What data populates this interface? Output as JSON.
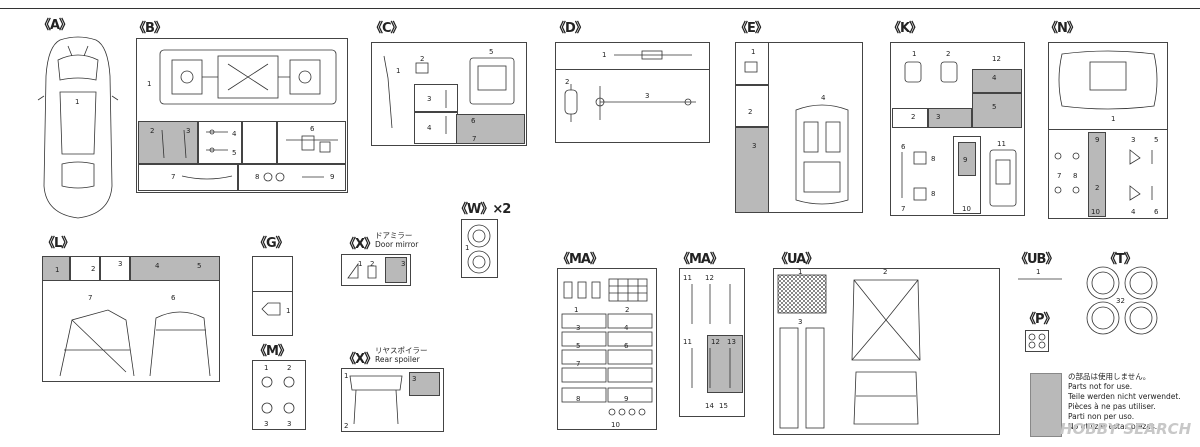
{
  "labels": {
    "A": "《A》",
    "B": "《B》",
    "C": "《C》",
    "D": "《D》",
    "E": "《E》",
    "K": "《K》",
    "N": "《N》",
    "L": "《L》",
    "G": "《G》",
    "X1": "《X》",
    "W": "《W》×2",
    "M": "《M》",
    "X2": "《X》",
    "MA1": "《MA》",
    "MA2": "《MA》",
    "UA": "《UA》",
    "UB": "《UB》",
    "T": "《T》",
    "P": "《P》"
  },
  "subtitles": {
    "door_mirror_jp": "ドアミラー",
    "door_mirror_en": "Door mirror",
    "rear_spoiler_jp": "リヤスポイラー",
    "rear_spoiler_en": "Rear spoiler"
  },
  "legend": {
    "lines": [
      "の部品は使用しません。",
      "Parts not for use.",
      "Teile werden nicht verwendet.",
      "Pièces à ne pas utiliser.",
      "Parti non per uso.",
      "No utilizar estas piezas."
    ]
  },
  "watermark": "HOBBY SEARCH",
  "parts": {
    "A": [
      "1"
    ],
    "B": [
      "1",
      "2",
      "3",
      "4",
      "5",
      "6",
      "7",
      "8",
      "9"
    ],
    "C": [
      "1",
      "2",
      "3",
      "4",
      "5",
      "6",
      "7"
    ],
    "D": [
      "1",
      "2",
      "3"
    ],
    "E": [
      "1",
      "2",
      "3",
      "4"
    ],
    "K": [
      "1",
      "2",
      "3",
      "4",
      "5",
      "6",
      "7",
      "8",
      "9",
      "10",
      "11",
      "12"
    ],
    "N": [
      "1",
      "2",
      "3",
      "4",
      "5",
      "6",
      "7",
      "8",
      "9",
      "10"
    ],
    "L": [
      "1",
      "2",
      "3",
      "4",
      "5",
      "6",
      "7"
    ],
    "G": [
      "1"
    ],
    "X1": [
      "1",
      "2",
      "3"
    ],
    "W": [
      "1"
    ],
    "M": [
      "1",
      "2",
      "3",
      "3"
    ],
    "X2": [
      "1",
      "2",
      "3"
    ],
    "MA1": [
      "1",
      "2",
      "3",
      "4",
      "5",
      "6",
      "7",
      "8",
      "9",
      "10"
    ],
    "MA2": [
      "11",
      "12",
      "13",
      "14",
      "15"
    ],
    "UA": [
      "1",
      "2",
      "3"
    ],
    "UB": [
      "1"
    ],
    "T": [
      "32"
    ]
  }
}
